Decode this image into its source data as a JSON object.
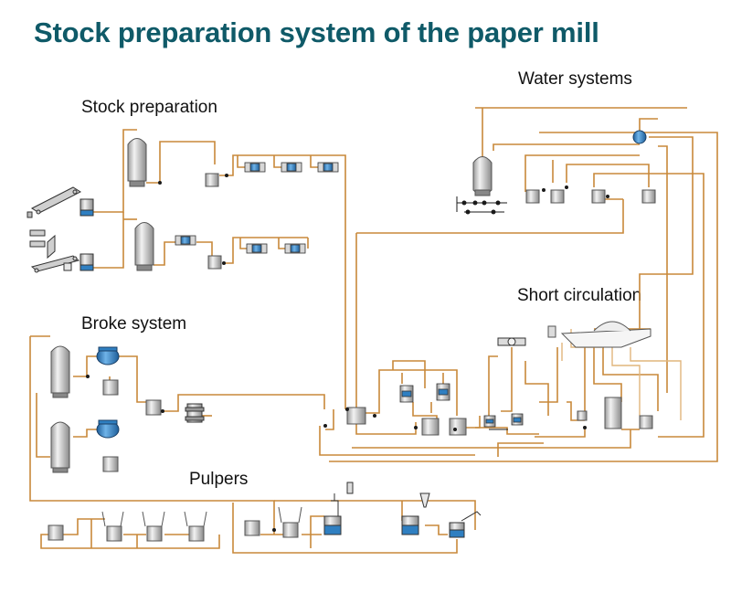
{
  "title": "Stock preparation system of the paper mill",
  "sections": {
    "stock_preparation": "Stock preparation",
    "water_systems": "Water systems",
    "short_circulation": "Short circulation",
    "broke_system": "Broke system",
    "pulpers": "Pulpers"
  },
  "colors": {
    "title": "#0f5a68",
    "pipe": "#c8893a",
    "pipe_light": "#e0b57c",
    "tank_light": "#eeeeee",
    "tank_dark": "#8c8c8c",
    "pump_blue": "#2f7fc1",
    "line_dark": "#1a1a1a"
  }
}
